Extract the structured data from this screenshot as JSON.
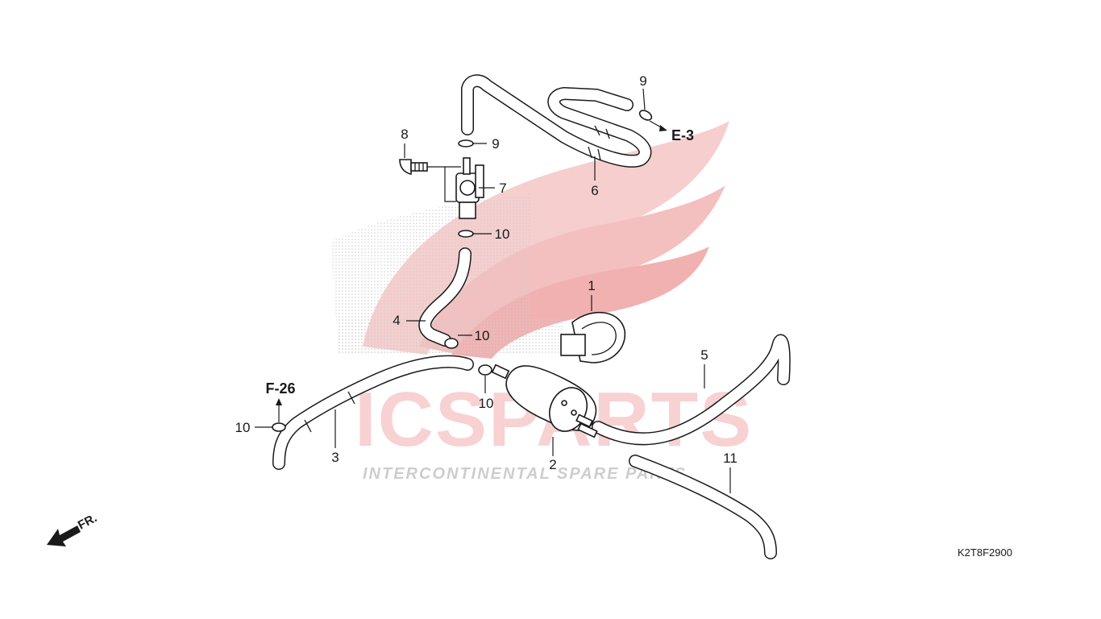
{
  "diagram": {
    "drawing_code": "K2T8F2900",
    "front_label": "FR.",
    "references": {
      "e3": "E-3",
      "f26": "F-26"
    },
    "callouts": {
      "c1": "1",
      "c2": "2",
      "c3": "3",
      "c4": "4",
      "c5": "5",
      "c6": "6",
      "c7": "7",
      "c8": "8",
      "c9a": "9",
      "c9b": "9",
      "c10a": "10",
      "c10b": "10",
      "c10c": "10",
      "c10d": "10",
      "c11": "11"
    }
  },
  "watermark": {
    "brand_main": "ICSPARTS",
    "brand_tagline": "INTERCONTINENTAL SPARE PARTS",
    "colors": {
      "red": "#e0343a",
      "gray": "#a6a6a6",
      "wing": "#f3b9b9"
    }
  },
  "icons": [
    "honda-wing-logo",
    "front-arrow-icon",
    "reference-arrow-icon"
  ]
}
